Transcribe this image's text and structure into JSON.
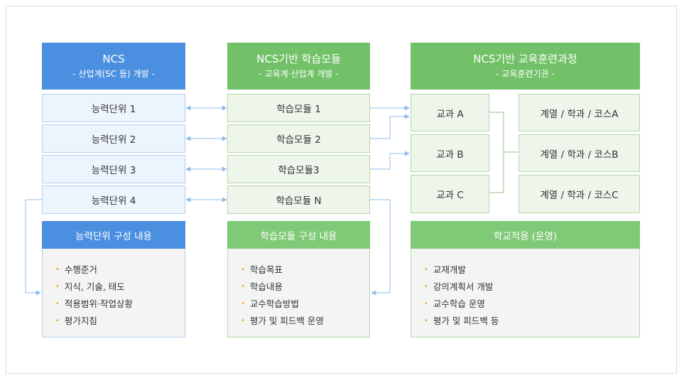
{
  "columns": {
    "ncs": {
      "title": "NCS",
      "subtitle": "- 산업계(SC 등) 개발 -",
      "units": [
        "능력단위 1",
        "능력단위 2",
        "능력단위 3",
        "능력단위 4"
      ],
      "content_title": "능력단위 구성 내용",
      "content_items": [
        "수행준거",
        "지식, 기술, 태도",
        "적용범위·작업상황",
        "평가지침"
      ]
    },
    "module": {
      "title": "NCS기반 학습모듈",
      "subtitle": "- 교육계·산업계 개발 -",
      "units": [
        "학습모듈 1",
        "학습모듈 2",
        "학습모듈3",
        "학습모듈 N"
      ],
      "content_title": "학습모듈 구성 내용",
      "content_items": [
        "학습목표",
        "학습내용",
        "교수학습방법",
        "평가 및 피드백 운영"
      ]
    },
    "course": {
      "title": "NCS기반 교육훈련과정",
      "subtitle": "- 교육훈련기관 -",
      "subjects": [
        "교과 A",
        "교과 B",
        "교과 C"
      ],
      "tracks": [
        "계열 / 학과 / 코스A",
        "계열 / 학과 / 코스B",
        "계열 / 학과 / 코스C"
      ],
      "content_title": "학교적용 (운영)",
      "content_items": [
        "교재개발",
        "강의계획서 개발",
        "교수학습 운영",
        "평가 및 피드백 등"
      ]
    }
  },
  "bullet": "•",
  "colors": {
    "header_blue": "#4a8fe0",
    "header_green": "#72c168",
    "arrow": "#8fbde8",
    "bullet": "#f2a81d"
  }
}
